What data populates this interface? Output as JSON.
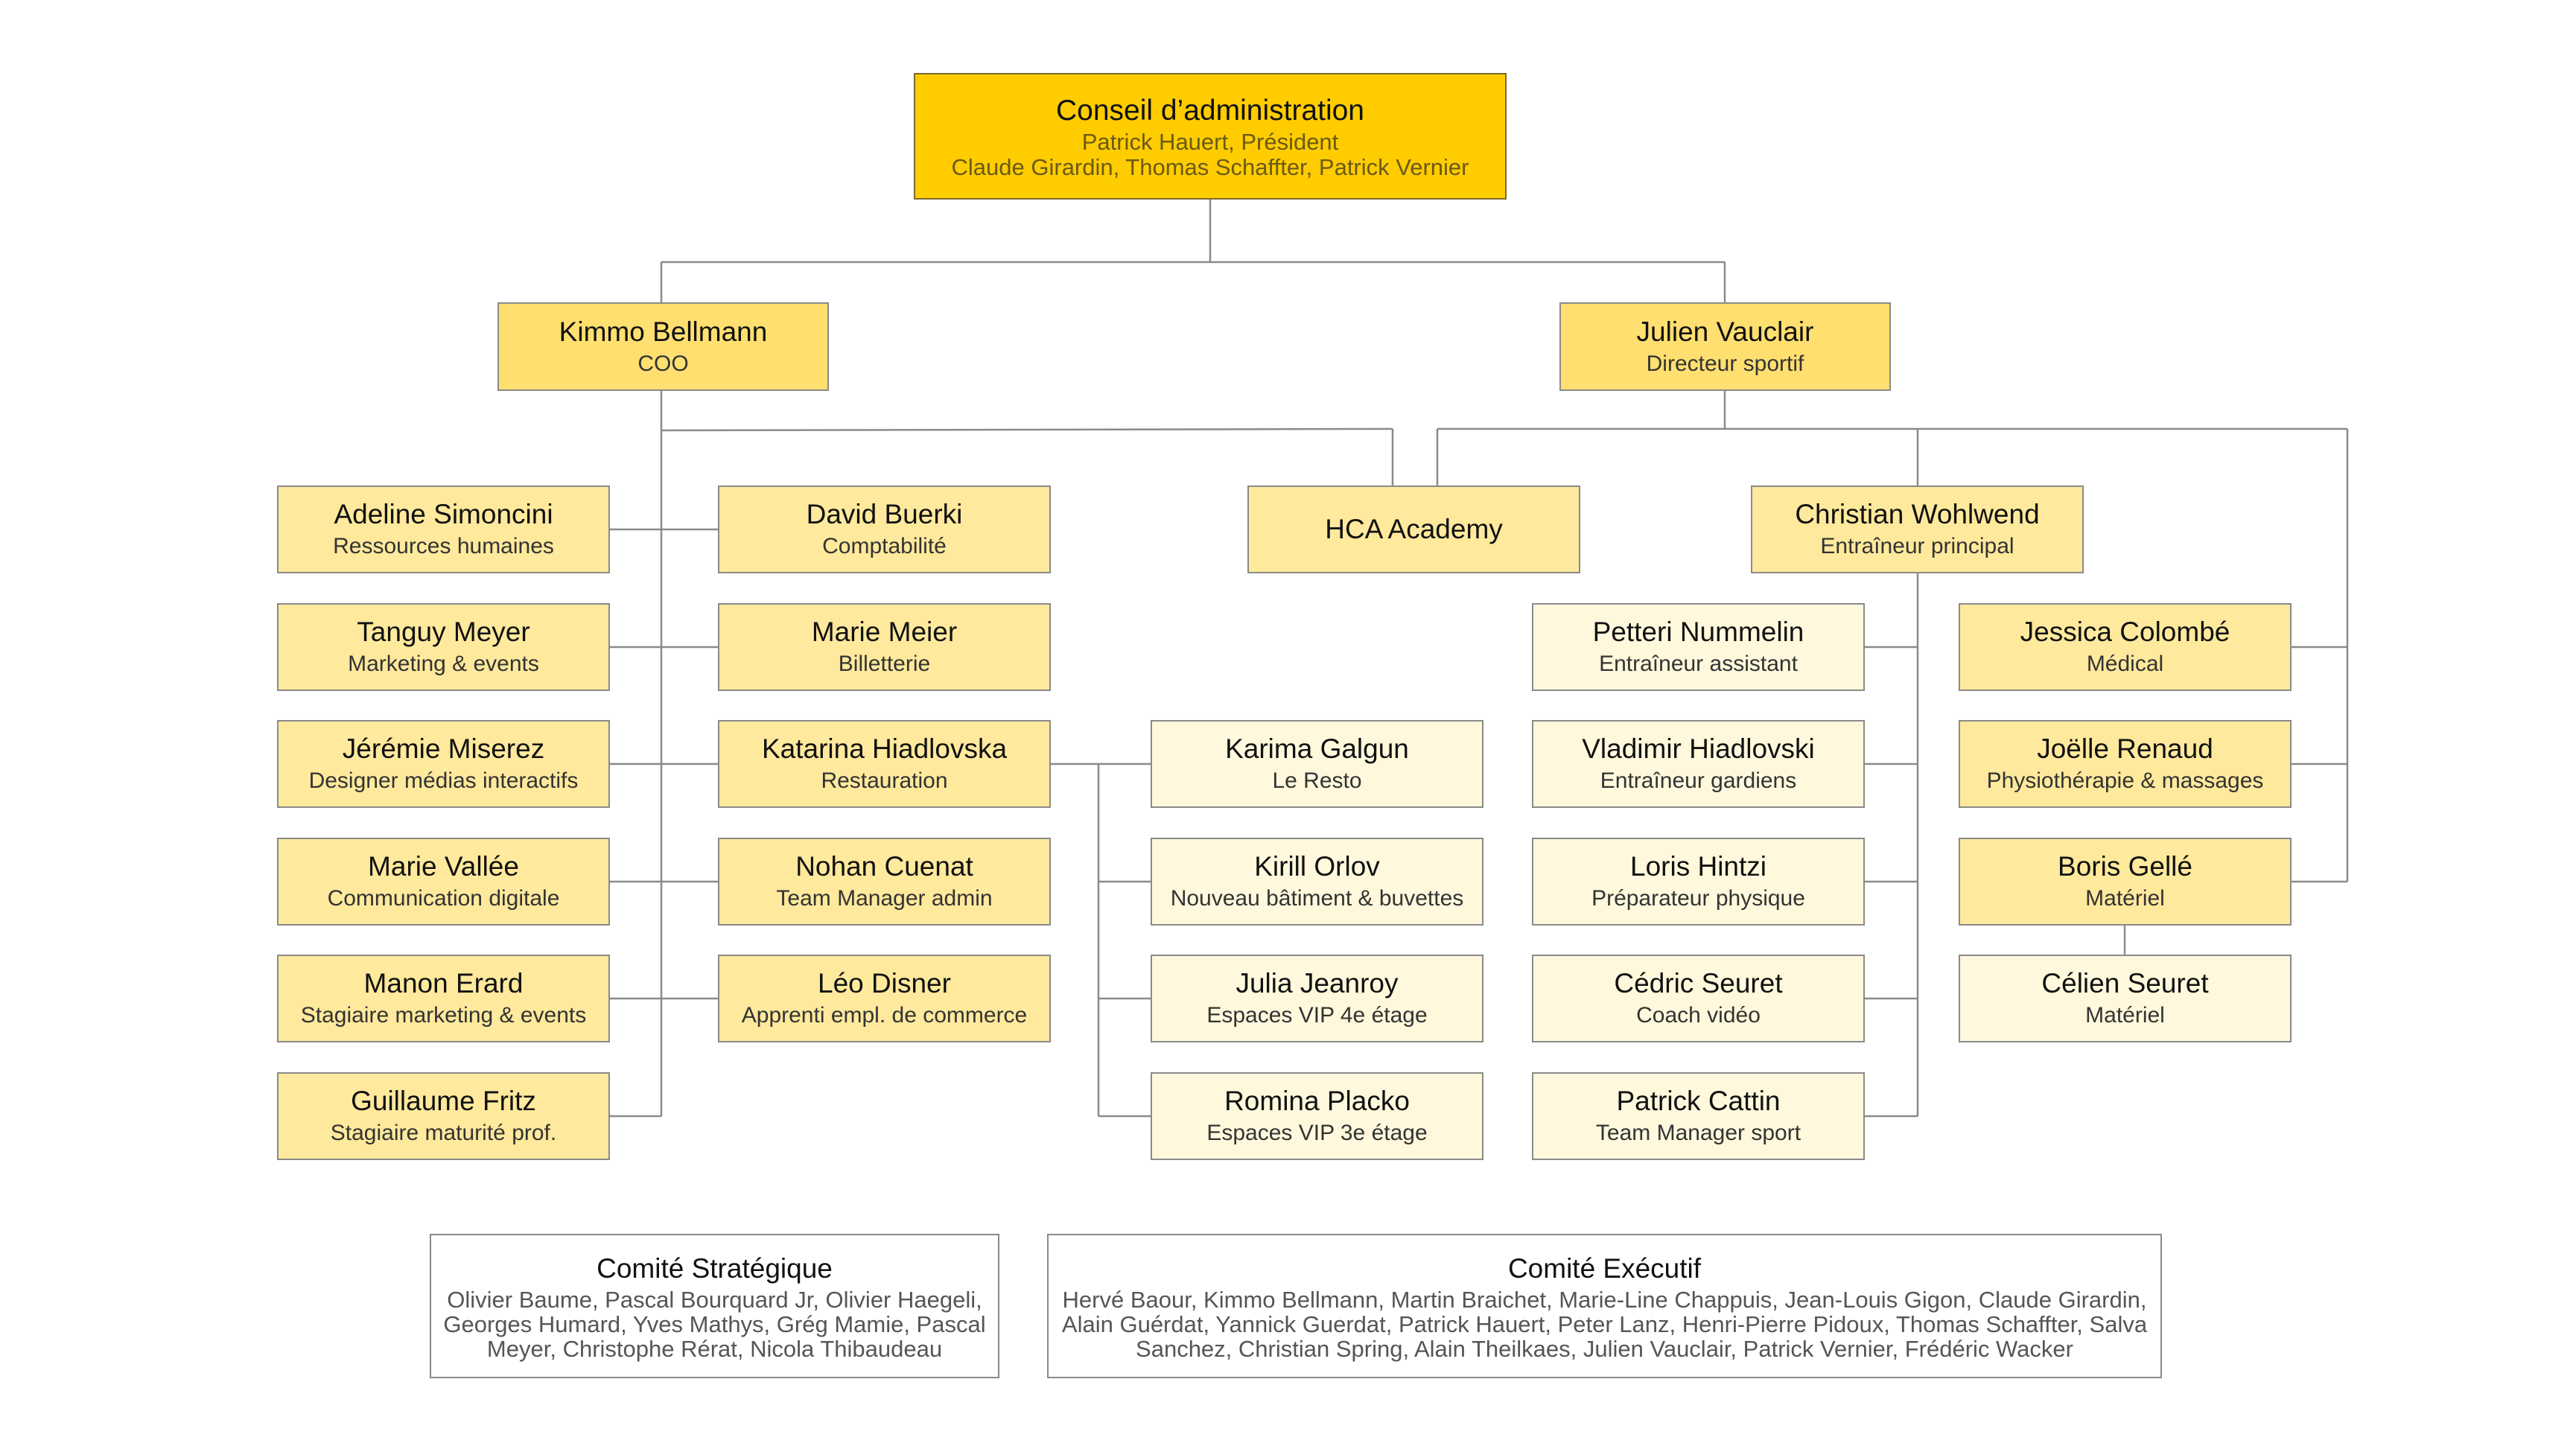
{
  "colors": {
    "board": "#ffcc00",
    "exec": "#ffdf6f",
    "lead": "#ffe99c",
    "staff": "#fff8dc",
    "committee": "#ffffff",
    "line": "#8a8a8a"
  },
  "nodes": [
    {
      "id": "board",
      "type": "board",
      "name": "Conseil d’administration",
      "lines": [
        "Patrick Hauert, Président",
        "Claude Girardin, Thomas Schaffter, Patrick Vernier"
      ]
    },
    {
      "id": "bellmann",
      "type": "exec",
      "name": "Kimmo Bellmann",
      "lines": [
        "COO"
      ]
    },
    {
      "id": "vauclair",
      "type": "exec",
      "name": "Julien Vauclair",
      "lines": [
        "Directeur sportif"
      ]
    },
    {
      "id": "simoncini",
      "type": "lead",
      "name": "Adeline Simoncini",
      "lines": [
        "Ressources humaines"
      ]
    },
    {
      "id": "meyer",
      "type": "lead",
      "name": "Tanguy Meyer",
      "lines": [
        "Marketing & events"
      ]
    },
    {
      "id": "miserez",
      "type": "lead",
      "name": "Jérémie Miserez",
      "lines": [
        "Designer médias interactifs"
      ]
    },
    {
      "id": "vallee",
      "type": "lead",
      "name": "Marie Vallée",
      "lines": [
        "Communication digitale"
      ]
    },
    {
      "id": "erard",
      "type": "lead",
      "name": "Manon Erard",
      "lines": [
        "Stagiaire marketing & events"
      ]
    },
    {
      "id": "fritz",
      "type": "lead",
      "name": "Guillaume Fritz",
      "lines": [
        "Stagiaire maturité prof."
      ]
    },
    {
      "id": "buerki",
      "type": "lead",
      "name": "David Buerki",
      "lines": [
        "Comptabilité"
      ]
    },
    {
      "id": "meier",
      "type": "lead",
      "name": "Marie Meier",
      "lines": [
        "Billetterie"
      ]
    },
    {
      "id": "hiadlovska",
      "type": "lead",
      "name": "Katarina Hiadlovska",
      "lines": [
        "Restauration"
      ]
    },
    {
      "id": "cuenat",
      "type": "lead",
      "name": "Nohan Cuenat",
      "lines": [
        "Team Manager admin"
      ]
    },
    {
      "id": "disner",
      "type": "lead",
      "name": "Léo Disner",
      "lines": [
        "Apprenti empl. de commerce"
      ]
    },
    {
      "id": "galgun",
      "type": "staff",
      "name": "Karima Galgun",
      "lines": [
        "Le Resto"
      ]
    },
    {
      "id": "orlov",
      "type": "staff",
      "name": "Kirill Orlov",
      "lines": [
        "Nouveau bâtiment & buvettes"
      ]
    },
    {
      "id": "jeanroy",
      "type": "staff",
      "name": "Julia Jeanroy",
      "lines": [
        "Espaces VIP 4e étage"
      ]
    },
    {
      "id": "placko",
      "type": "staff",
      "name": "Romina Placko",
      "lines": [
        "Espaces VIP 3e étage"
      ]
    },
    {
      "id": "academy",
      "type": "lead",
      "name": "HCA Academy",
      "lines": []
    },
    {
      "id": "wohlwend",
      "type": "lead",
      "name": "Christian Wohlwend",
      "lines": [
        "Entraîneur principal"
      ]
    },
    {
      "id": "nummelin",
      "type": "staff",
      "name": "Petteri Nummelin",
      "lines": [
        "Entraîneur assistant"
      ]
    },
    {
      "id": "hiadlovski",
      "type": "staff",
      "name": "Vladimir Hiadlovski",
      "lines": [
        "Entraîneur gardiens"
      ]
    },
    {
      "id": "hintzi",
      "type": "staff",
      "name": "Loris Hintzi",
      "lines": [
        "Préparateur physique"
      ]
    },
    {
      "id": "seuret_c",
      "type": "staff",
      "name": "Cédric Seuret",
      "lines": [
        "Coach vidéo"
      ]
    },
    {
      "id": "cattin",
      "type": "staff",
      "name": "Patrick Cattin",
      "lines": [
        "Team Manager sport"
      ]
    },
    {
      "id": "colombe",
      "type": "lead",
      "name": "Jessica Colombé",
      "lines": [
        "Médical"
      ]
    },
    {
      "id": "renaud",
      "type": "lead",
      "name": "Joëlle Renaud",
      "lines": [
        "Physiothérapie & massages"
      ]
    },
    {
      "id": "gelle",
      "type": "lead",
      "name": "Boris Gellé",
      "lines": [
        "Matériel"
      ]
    },
    {
      "id": "seuret_ce",
      "type": "staff",
      "name": "Célien Seuret",
      "lines": [
        "Matériel"
      ]
    },
    {
      "id": "comite_strat",
      "type": "committee",
      "name": "Comité Stratégique",
      "lines": [
        "Olivier Baume, Pascal Bourquard Jr, Olivier Haegeli, Georges Humard, Yves Mathys, Grég Mamie, Pascal Meyer, Christophe Rérat, Nicola Thibaudeau"
      ]
    },
    {
      "id": "comite_exec",
      "type": "committee",
      "name": "Comité Exécutif",
      "lines": [
        "Hervé Baour, Kimmo Bellmann, Martin Braichet, Marie-Line Chappuis, Jean-Louis Gigon, Claude Girardin, Alain Guérdat, Yannick Guerdat, Patrick Hauert, Peter Lanz, Henri-Pierre Pidoux, Thomas Schaffter, Salva Sanchez, Christian Spring, Alain Theilkaes, Julien Vauclair, Patrick Vernier, Frédéric Wacker"
      ]
    }
  ],
  "edges": [
    [
      "board",
      "bellmann"
    ],
    [
      "board",
      "vauclair"
    ],
    [
      "bellmann",
      "simoncini"
    ],
    [
      "bellmann",
      "meyer"
    ],
    [
      "bellmann",
      "miserez"
    ],
    [
      "bellmann",
      "vallee"
    ],
    [
      "bellmann",
      "erard"
    ],
    [
      "bellmann",
      "fritz"
    ],
    [
      "bellmann",
      "buerki"
    ],
    [
      "bellmann",
      "meier"
    ],
    [
      "bellmann",
      "hiadlovska"
    ],
    [
      "bellmann",
      "cuenat"
    ],
    [
      "bellmann",
      "disner"
    ],
    [
      "bellmann",
      "academy"
    ],
    [
      "vauclair",
      "academy"
    ],
    [
      "vauclair",
      "wohlwend"
    ],
    [
      "vauclair",
      "colombe"
    ],
    [
      "vauclair",
      "renaud"
    ],
    [
      "vauclair",
      "gelle"
    ],
    [
      "hiadlovska",
      "galgun"
    ],
    [
      "hiadlovska",
      "orlov"
    ],
    [
      "hiadlovska",
      "jeanroy"
    ],
    [
      "hiadlovska",
      "placko"
    ],
    [
      "wohlwend",
      "nummelin"
    ],
    [
      "wohlwend",
      "hiadlovski"
    ],
    [
      "wohlwend",
      "hintzi"
    ],
    [
      "wohlwend",
      "seuret_c"
    ],
    [
      "wohlwend",
      "cattin"
    ],
    [
      "gelle",
      "seuret_ce"
    ]
  ]
}
